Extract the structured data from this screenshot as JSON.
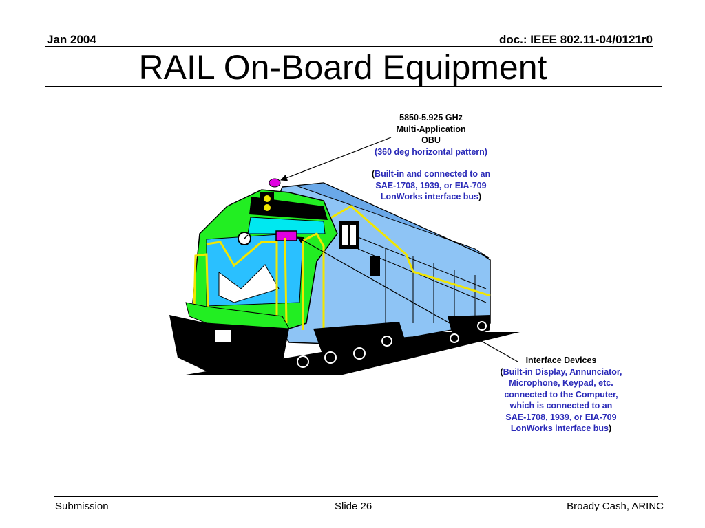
{
  "header": {
    "date": "Jan 2004",
    "doc_id": "doc.: IEEE 802.11-04/0121r0"
  },
  "slide": {
    "title": "RAIL On-Board Equipment"
  },
  "callouts": {
    "obu": {
      "line1": "5850-5.925 GHz",
      "line2": "Multi-Application",
      "line3": "OBU",
      "line4": "(360 deg horizontal pattern)",
      "open_paren": "(",
      "detail1": "Built-in and connected to an",
      "detail2": "SAE-1708, 1939, or EIA-709",
      "detail3": "LonWorks interface bus",
      "close_paren": ")"
    },
    "interface_devices": {
      "heading": "Interface Devices",
      "open_paren": "(",
      "detail1": "Built-in Display, Annunciator,",
      "detail2": "Microphone, Keypad, etc.",
      "detail3": "connected to the Computer,",
      "detail4": "which is connected  to  an",
      "detail5": "SAE-1708, 1939, or EIA-709",
      "detail6": "LonWorks interface bus",
      "close_paren": ")"
    }
  },
  "footer": {
    "left": "Submission",
    "center": "Slide 26",
    "right": "Broady Cash, ARINC"
  },
  "colors": {
    "body_blue": "#8ec4f5",
    "nose_green": "#22ee22",
    "cyan": "#00e8f0",
    "rail_yellow": "#f2e600",
    "antenna_magenta": "#e000e0",
    "text_blue": "#2a2ab8"
  }
}
